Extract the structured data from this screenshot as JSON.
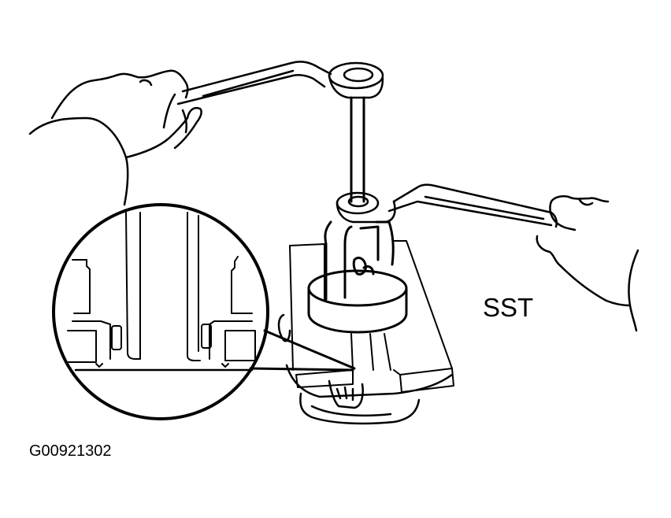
{
  "diagram": {
    "type": "technical-line-illustration",
    "subject": "Special service tool pulling a component from a shaft using two wrenches",
    "colors": {
      "line": "#000000",
      "background": "#ffffff"
    },
    "labels": {
      "tool_callout": "SST",
      "figure_id": "G00921302"
    },
    "parts": [
      "left-hand",
      "upper-box-wrench",
      "center-bolt",
      "right-hand",
      "lower-box-wrench",
      "sst-puller",
      "support-plates",
      "housing-base",
      "detail-magnifier-circle"
    ]
  }
}
